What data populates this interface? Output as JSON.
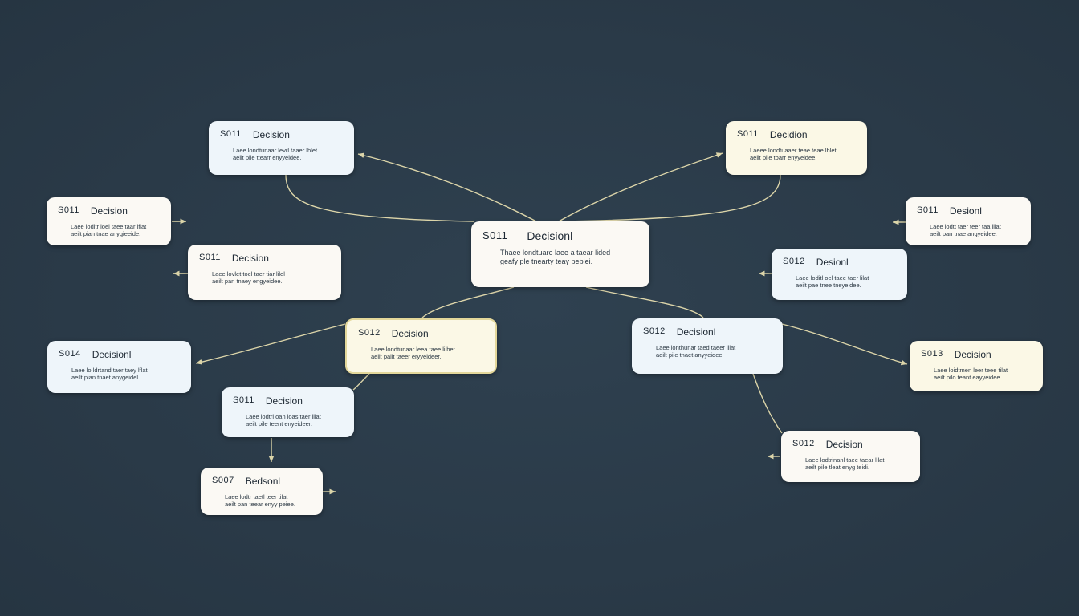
{
  "diagram": {
    "colors": {
      "background": "#2b3c4b",
      "connector": "#f0e6b4",
      "node_white": "#fbf9f4",
      "node_blue": "#eef5fa",
      "node_yellow": "#fbf8e6"
    },
    "nodes": {
      "center": {
        "id": "S011",
        "title": "Decisionl",
        "body1": "Thaee londtuare laee a taear lided",
        "body2": "geafy ple tnearty teay peblei."
      },
      "top_left": {
        "id": "S011",
        "title": "Decision",
        "body1": "Laee londtunaar levrl taaer lhlet",
        "body2": "aeilt pile ttearr enyyeidee."
      },
      "top_right": {
        "id": "S011",
        "title": "Decidion",
        "body1": "Laeee londtuaaer teae teae lhlet",
        "body2": "aeilt pile toarr enyyeidee."
      },
      "left_1": {
        "id": "S011",
        "title": "Decision",
        "body1": "Laee loditr ioel taee taar lflat",
        "body2": "aeilt pian tnae anygieeide."
      },
      "left_2": {
        "id": "S011",
        "title": "Decision",
        "body1": "Laee lovlet toel taer tiar lilel",
        "body2": "aeilt pan tnaey engyeidee."
      },
      "left_3": {
        "id": "S014",
        "title": "Decisionl",
        "body1": "Laee lo ldrtand taer taey lflat",
        "body2": "aeilt pian tnaet anygeidel."
      },
      "mid_left": {
        "id": "S012",
        "title": "Decision",
        "body1": "Laee londtunaar leea taee lilbet",
        "body2": "aeilt paiit taeer eryyeideer."
      },
      "mid_left_child": {
        "id": "S011",
        "title": "Decision",
        "body1": "Laee lodtrl oan ioas taer lilat",
        "body2": "aeilt pile teent enyeideer."
      },
      "bottom_left": {
        "id": "S007",
        "title": "Bedsonl",
        "body1": "Laee lodtr taetl teer tilat",
        "body2": "aeilt pan teear enyy peiee."
      },
      "right_1": {
        "id": "S011",
        "title": "Desionl",
        "body1": "Laee lodtt taer teer taa lilat",
        "body2": "aeilt pan tnae angyeidee."
      },
      "right_2": {
        "id": "S012",
        "title": "Desionl",
        "body1": "Laee loditl oel taee taer lilat",
        "body2": "aeilt pae tnee tneyeidee."
      },
      "mid_right": {
        "id": "S012",
        "title": "Decisionl",
        "body1": "Laee lonthunar taed taeer lilat",
        "body2": "aeilt pile tnaet anyyeidee."
      },
      "right_3": {
        "id": "S013",
        "title": "Decision",
        "body1": "Laee loidtmen leer teee tilat",
        "body2": "aeilt pilo teant eayyeidee."
      },
      "bottom_right": {
        "id": "S012",
        "title": "Decision",
        "body1": "Laee lodtrinanl taee taear lilat",
        "body2": "aeilt pile tleat enyg teidi."
      }
    }
  }
}
